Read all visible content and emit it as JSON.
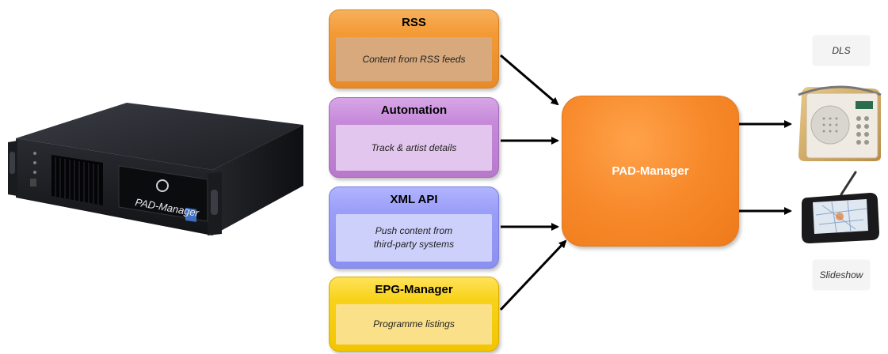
{
  "server": {
    "brand_label": "PAD-Manager"
  },
  "sources": [
    {
      "id": "rss",
      "title": "RSS",
      "description": "Content from RSS feeds"
    },
    {
      "id": "automation",
      "title": "Automation",
      "description": "Track & artist details"
    },
    {
      "id": "xml",
      "title": "XML API",
      "description_lines": [
        "Push content from",
        "third-party systems"
      ]
    },
    {
      "id": "epg",
      "title": "EPG-Manager",
      "description": "Programme listings"
    }
  ],
  "hub": {
    "title": "PAD-Manager"
  },
  "outputs": [
    {
      "id": "dls",
      "label": "DLS",
      "device_icon": "dab-radio-icon"
    },
    {
      "id": "slideshow",
      "label": "Slideshow",
      "device_icon": "tablet-icon"
    }
  ],
  "colors": {
    "rss": "#f39a35",
    "automation": "#c68ad9",
    "xml_api": "#9a9ef7",
    "epg": "#f8d21a",
    "hub": "#f7892a"
  }
}
